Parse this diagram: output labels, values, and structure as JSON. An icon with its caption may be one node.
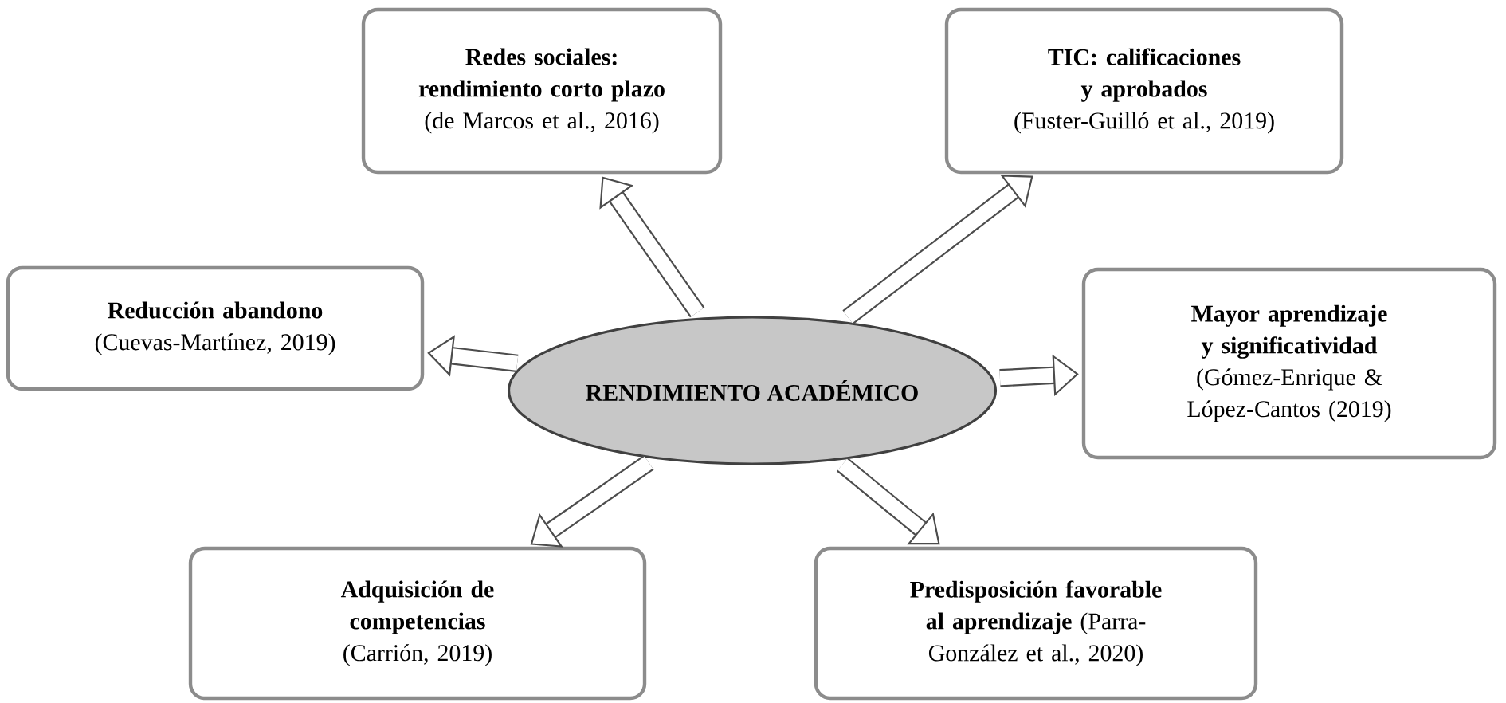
{
  "diagram": {
    "nodes": [
      {
        "text": [
          "RENDIMIENTO ACADÉMICO"
        ]
      },
      {
        "text": [
          "Redes sociales: rendimiento corto plazo",
          "(de Marcos et al., 2016)"
        ]
      },
      {
        "text": [
          "TIC: calificaciones y aprobados",
          "(Fuster-Guilló et al., 2019)"
        ]
      },
      {
        "text": [
          "Reducción abandono",
          "(Cuevas-Martínez, 2019)"
        ]
      },
      {
        "text": [
          "Mayor aprendizaje y significatividad",
          "(Gómez-Enrique & López-Cantos (2019)"
        ]
      },
      {
        "text": [
          "Adquisición de competencias",
          "(Carrión, 2019)"
        ]
      },
      {
        "text": [
          "**Predisposición favorable al aprendizaje** (Parra-González et al., 2020)"
        ]
      }
    ],
    "edges": [
      {
        "from": 0,
        "to": 1,
        "arrow": "to"
      },
      {
        "from": 0,
        "to": 2,
        "arrow": "to"
      },
      {
        "from": 0,
        "to": 3,
        "arrow": "to"
      },
      {
        "from": 0,
        "to": 4,
        "arrow": "to"
      },
      {
        "from": 0,
        "to": 5,
        "arrow": "to"
      },
      {
        "from": 0,
        "to": 6,
        "arrow": "to"
      }
    ]
  }
}
